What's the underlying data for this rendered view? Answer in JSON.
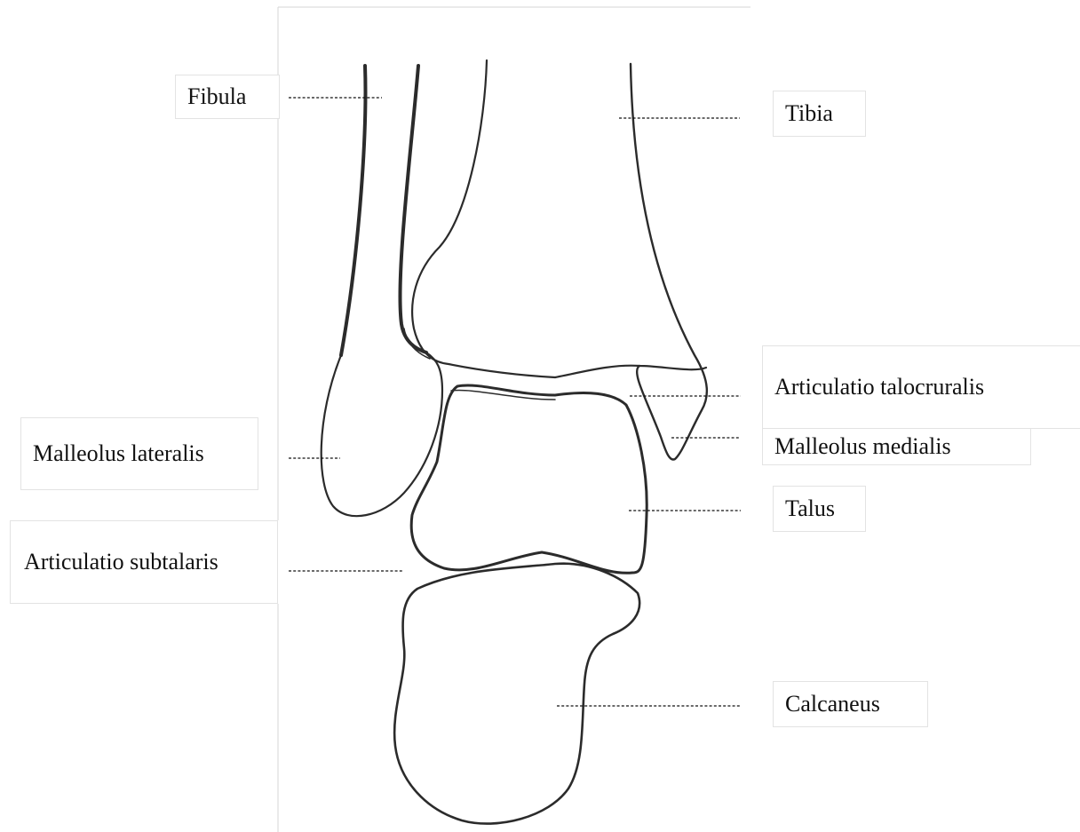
{
  "labels": {
    "fibula": "Fibula",
    "tibia": "Tibia",
    "malleolus_lateralis": "Malleolus lateralis",
    "articulatio_subtalaris": "Articulatio subtalaris",
    "articulatio_talocruralis": "Articulatio talocruralis",
    "malleolus_medialis": "Malleolus medialis",
    "talus": "Talus",
    "calcaneus": "Calcaneus"
  },
  "colors": {
    "bone_stroke": "#2b2b2b",
    "leader_line": "#111111",
    "box_border": "#e3e3e3",
    "background": "#ffffff"
  }
}
